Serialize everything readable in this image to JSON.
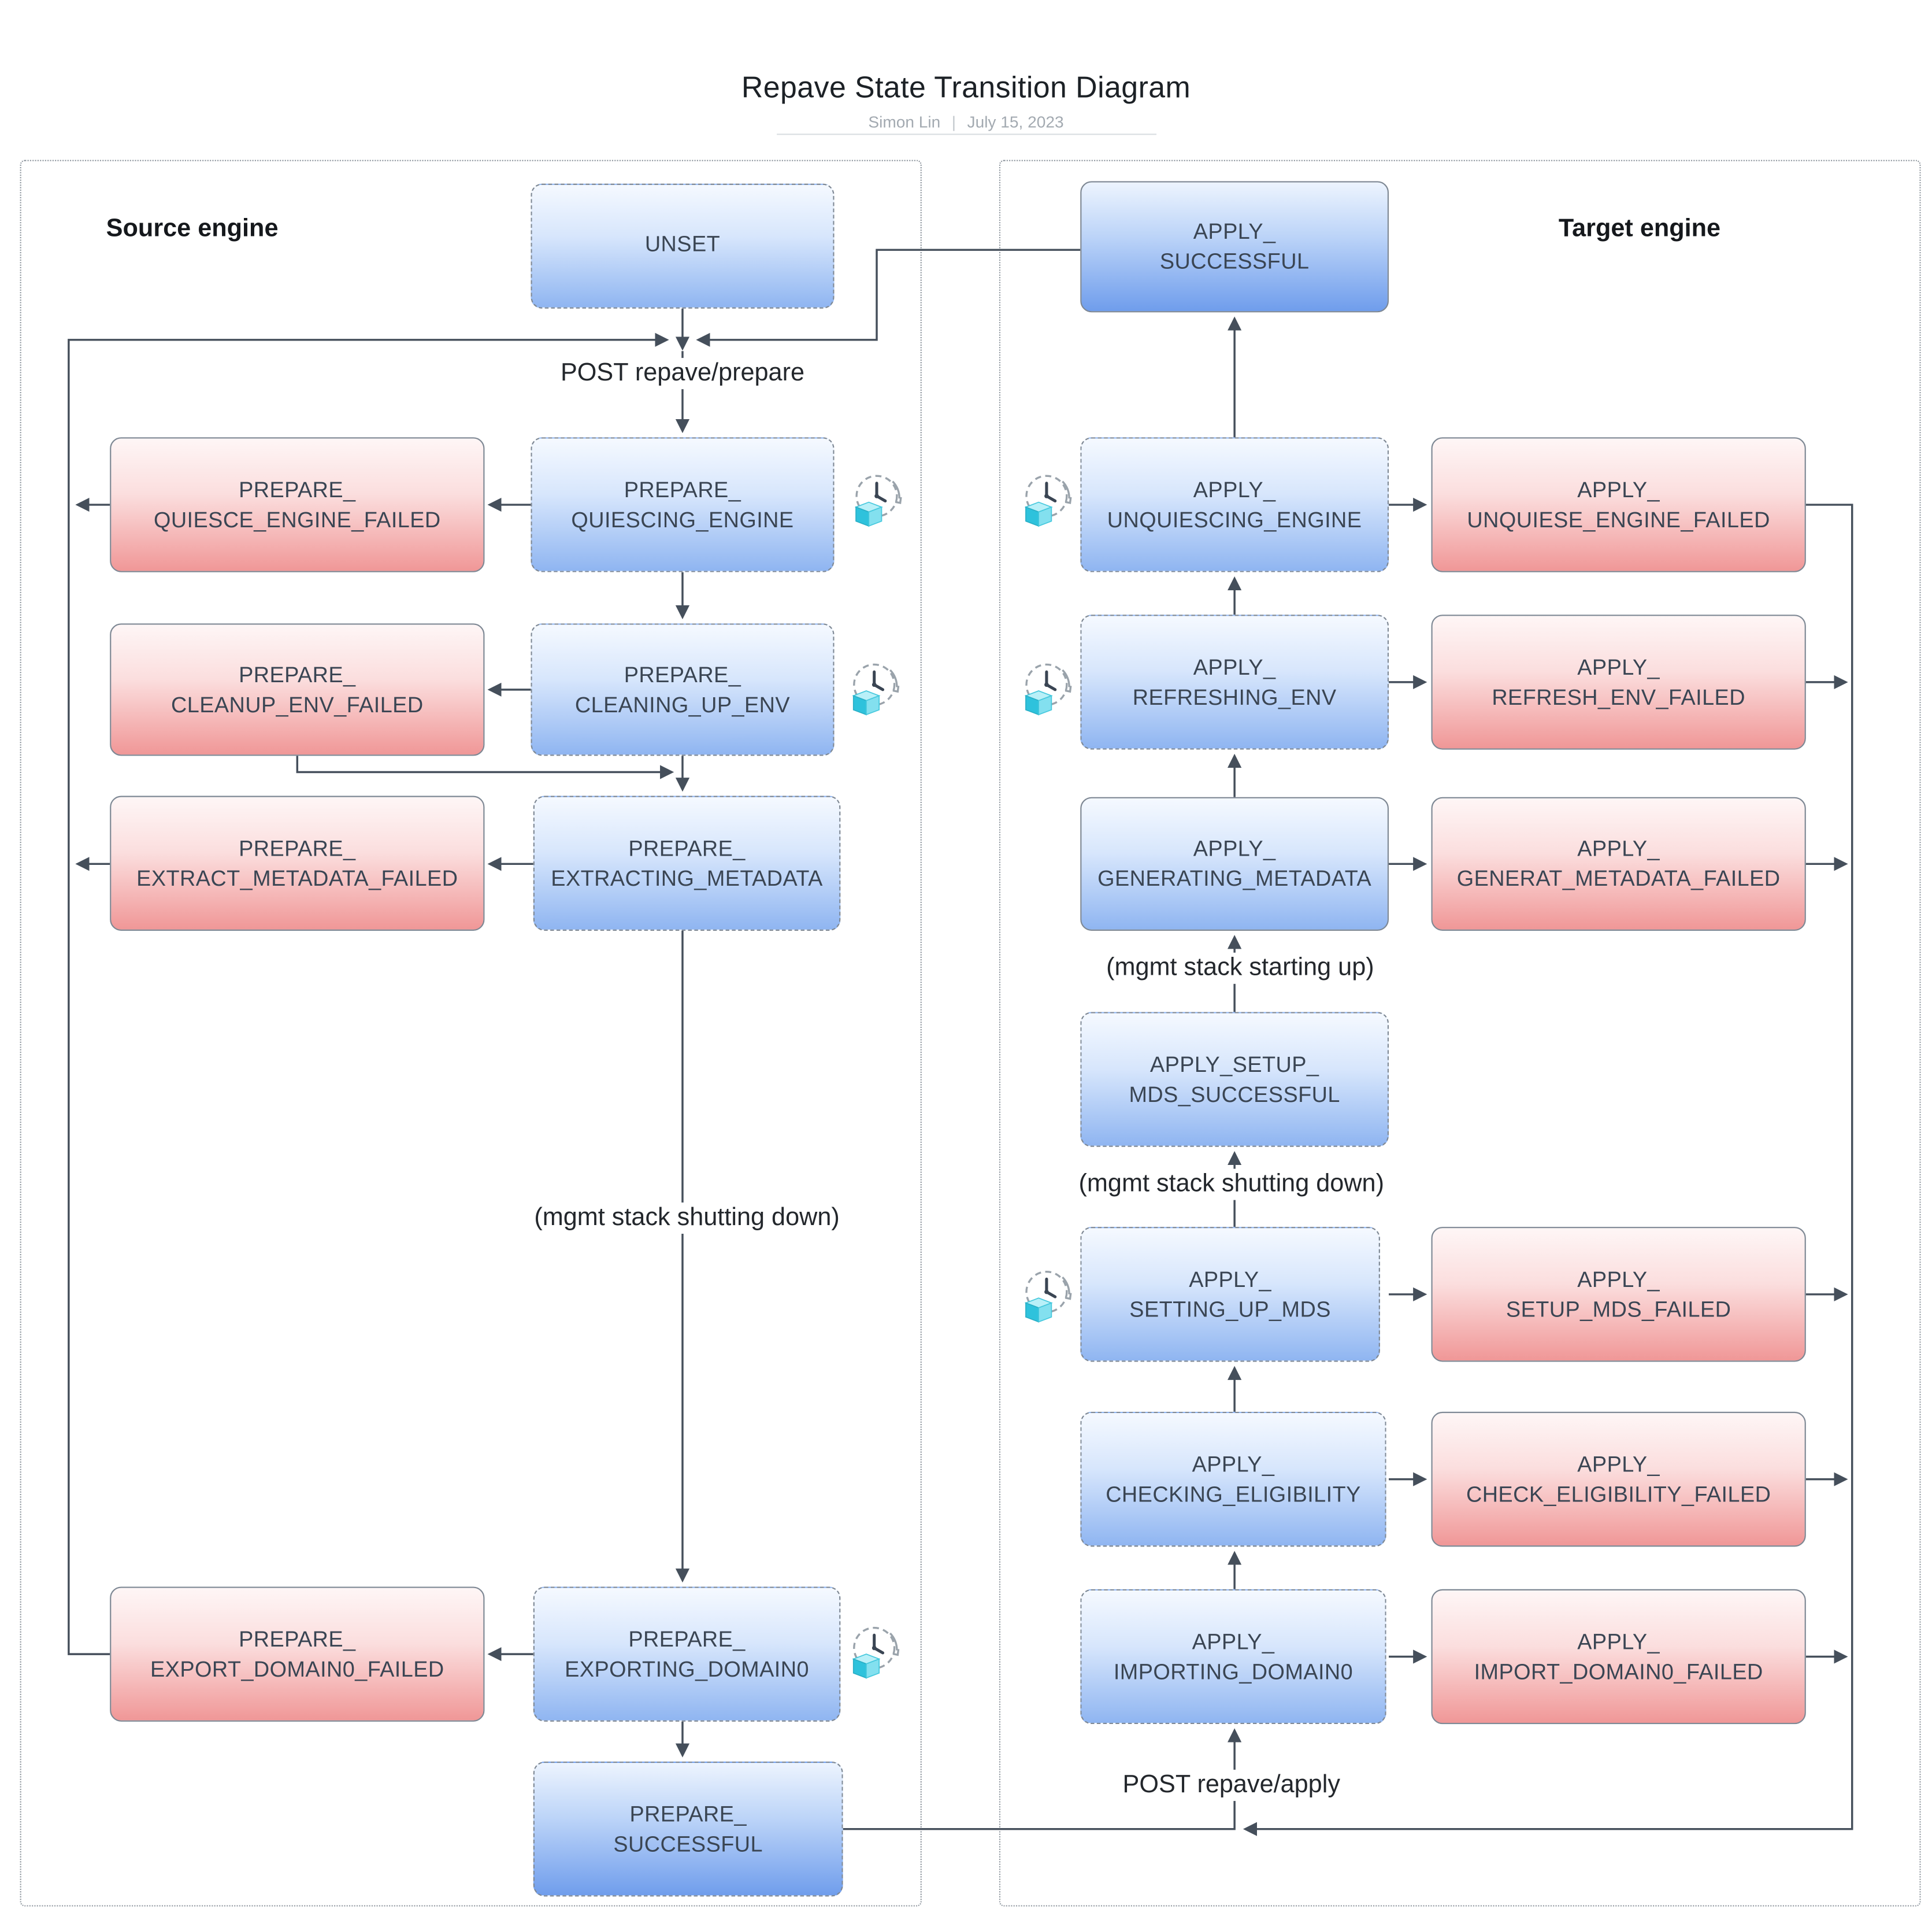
{
  "header": {
    "title": "Repave State Transition Diagram",
    "author": "Simon Lin",
    "separator": "|",
    "date": "July 15, 2023"
  },
  "panels": {
    "source": {
      "label": "Source engine"
    },
    "target": {
      "label": "Target engine"
    }
  },
  "nodes": {
    "unset": {
      "line1": "UNSET",
      "line2": ""
    },
    "prepare_quiescing_engine": {
      "line1": "PREPARE_",
      "line2": "QUIESCING_ENGINE"
    },
    "prepare_quiesce_engine_failed": {
      "line1": "PREPARE_",
      "line2": "QUIESCE_ENGINE_FAILED"
    },
    "prepare_cleaning_up_env": {
      "line1": "PREPARE_",
      "line2": "CLEANING_UP_ENV"
    },
    "prepare_cleanup_env_failed": {
      "line1": "PREPARE_",
      "line2": "CLEANUP_ENV_FAILED"
    },
    "prepare_extracting_metadata": {
      "line1": "PREPARE_",
      "line2": "EXTRACTING_METADATA"
    },
    "prepare_extract_metadata_failed": {
      "line1": "PREPARE_",
      "line2": "EXTRACT_METADATA_FAILED"
    },
    "prepare_exporting_domain0": {
      "line1": "PREPARE_",
      "line2": "EXPORTING_DOMAIN0"
    },
    "prepare_export_domain0_failed": {
      "line1": "PREPARE_",
      "line2": "EXPORT_DOMAIN0_FAILED"
    },
    "prepare_successful": {
      "line1": "PREPARE_",
      "line2": "SUCCESSFUL"
    },
    "apply_successful": {
      "line1": "APPLY_",
      "line2": "SUCCESSFUL"
    },
    "apply_unquiescing_engine": {
      "line1": "APPLY_",
      "line2": "UNQUIESCING_ENGINE"
    },
    "apply_unquiese_engine_failed": {
      "line1": "APPLY_",
      "line2": "UNQUIESE_ENGINE_FAILED"
    },
    "apply_refreshing_env": {
      "line1": "APPLY_",
      "line2": "REFRESHING_ENV"
    },
    "apply_refresh_env_failed": {
      "line1": "APPLY_",
      "line2": "REFRESH_ENV_FAILED"
    },
    "apply_generating_metadata": {
      "line1": "APPLY_",
      "line2": "GENERATING_METADATA"
    },
    "apply_generat_metadata_failed": {
      "line1": "APPLY_",
      "line2": "GENERAT_METADATA_FAILED"
    },
    "apply_setup_mds_successful": {
      "line1": "APPLY_SETUP_",
      "line2": "MDS_SUCCESSFUL"
    },
    "apply_setting_up_mds": {
      "line1": "APPLY_",
      "line2": "SETTING_UP_MDS"
    },
    "apply_setup_mds_failed": {
      "line1": "APPLY_",
      "line2": "SETUP_MDS_FAILED"
    },
    "apply_checking_eligibility": {
      "line1": "APPLY_",
      "line2": "CHECKING_ELIGIBILITY"
    },
    "apply_check_eligibility_failed": {
      "line1": "APPLY_",
      "line2": "CHECK_ELIGIBILITY_FAILED"
    },
    "apply_importing_domain0": {
      "line1": "APPLY_",
      "line2": "IMPORTING_DOMAIN0"
    },
    "apply_import_domain0_failed": {
      "line1": "APPLY_",
      "line2": "IMPORT_DOMAIN0_FAILED"
    }
  },
  "edge_labels": {
    "post_prepare": "POST repave/prepare",
    "source_mgmt_shutdown": "(mgmt stack shutting down)",
    "target_mgmt_startup": "(mgmt stack starting up)",
    "target_mgmt_shutdown": "(mgmt stack shutting down)",
    "post_apply": "POST repave/apply"
  },
  "icons": {
    "timer": "timer-cube-icon"
  },
  "timer_states": [
    "prepare_quiescing_engine",
    "prepare_cleaning_up_env",
    "prepare_exporting_domain0",
    "apply_unquiescing_engine",
    "apply_refreshing_env",
    "apply_setting_up_mds"
  ],
  "edges": [
    {
      "from": "unset",
      "to": "prepare_quiescing_engine",
      "label": "POST repave/prepare"
    },
    {
      "from": "apply_successful",
      "to": "prepare_quiescing_engine",
      "label": ""
    },
    {
      "from": "prepare_quiesce_engine_failed",
      "to": "prepare_quiescing_engine",
      "label": ""
    },
    {
      "from": "prepare_extract_metadata_failed",
      "to": "prepare_quiescing_engine",
      "label": ""
    },
    {
      "from": "prepare_export_domain0_failed",
      "to": "prepare_quiescing_engine",
      "label": ""
    },
    {
      "from": "prepare_quiescing_engine",
      "to": "prepare_quiesce_engine_failed",
      "label": ""
    },
    {
      "from": "prepare_quiescing_engine",
      "to": "prepare_cleaning_up_env",
      "label": ""
    },
    {
      "from": "prepare_cleaning_up_env",
      "to": "prepare_cleanup_env_failed",
      "label": ""
    },
    {
      "from": "prepare_cleaning_up_env",
      "to": "prepare_extracting_metadata",
      "label": ""
    },
    {
      "from": "prepare_cleanup_env_failed",
      "to": "prepare_extracting_metadata",
      "label": ""
    },
    {
      "from": "prepare_extracting_metadata",
      "to": "prepare_extract_metadata_failed",
      "label": ""
    },
    {
      "from": "prepare_extracting_metadata",
      "to": "prepare_exporting_domain0",
      "label": "(mgmt stack shutting down)"
    },
    {
      "from": "prepare_exporting_domain0",
      "to": "prepare_export_domain0_failed",
      "label": ""
    },
    {
      "from": "prepare_exporting_domain0",
      "to": "prepare_successful",
      "label": ""
    },
    {
      "from": "prepare_successful",
      "to": "apply_importing_domain0",
      "label": "POST repave/apply"
    },
    {
      "from": "apply_importing_domain0",
      "to": "apply_import_domain0_failed",
      "label": ""
    },
    {
      "from": "apply_importing_domain0",
      "to": "apply_checking_eligibility",
      "label": ""
    },
    {
      "from": "apply_checking_eligibility",
      "to": "apply_check_eligibility_failed",
      "label": ""
    },
    {
      "from": "apply_checking_eligibility",
      "to": "apply_setting_up_mds",
      "label": ""
    },
    {
      "from": "apply_setting_up_mds",
      "to": "apply_setup_mds_failed",
      "label": ""
    },
    {
      "from": "apply_setting_up_mds",
      "to": "apply_setup_mds_successful",
      "label": "(mgmt stack shutting down)"
    },
    {
      "from": "apply_setup_mds_successful",
      "to": "apply_generating_metadata",
      "label": "(mgmt stack starting up)"
    },
    {
      "from": "apply_generating_metadata",
      "to": "apply_generat_metadata_failed",
      "label": ""
    },
    {
      "from": "apply_generating_metadata",
      "to": "apply_refreshing_env",
      "label": ""
    },
    {
      "from": "apply_refreshing_env",
      "to": "apply_refresh_env_failed",
      "label": ""
    },
    {
      "from": "apply_refreshing_env",
      "to": "apply_unquiescing_engine",
      "label": ""
    },
    {
      "from": "apply_unquiescing_engine",
      "to": "apply_unquiese_engine_failed",
      "label": ""
    },
    {
      "from": "apply_unquiescing_engine",
      "to": "apply_successful",
      "label": ""
    },
    {
      "from": "apply_unquiese_engine_failed",
      "to": "apply_importing_domain0",
      "label": ""
    },
    {
      "from": "apply_refresh_env_failed",
      "to": "apply_importing_domain0",
      "label": ""
    },
    {
      "from": "apply_generat_metadata_failed",
      "to": "apply_importing_domain0",
      "label": ""
    },
    {
      "from": "apply_setup_mds_failed",
      "to": "apply_importing_domain0",
      "label": ""
    },
    {
      "from": "apply_check_eligibility_failed",
      "to": "apply_importing_domain0",
      "label": ""
    },
    {
      "from": "apply_import_domain0_failed",
      "to": "apply_importing_domain0",
      "label": ""
    }
  ],
  "colors": {
    "state_blue_top": "#f5f9ff",
    "state_blue_bottom": "#8fb5f1",
    "state_blue_strong_bottom": "#6f9dec",
    "state_red_top": "#fef6f6",
    "state_red_bottom": "#f09797",
    "node_border": "#7e8894",
    "arrow": "#454f5b",
    "panel_border": "#8d959d",
    "cube_cyan": "#2ec2dc"
  }
}
